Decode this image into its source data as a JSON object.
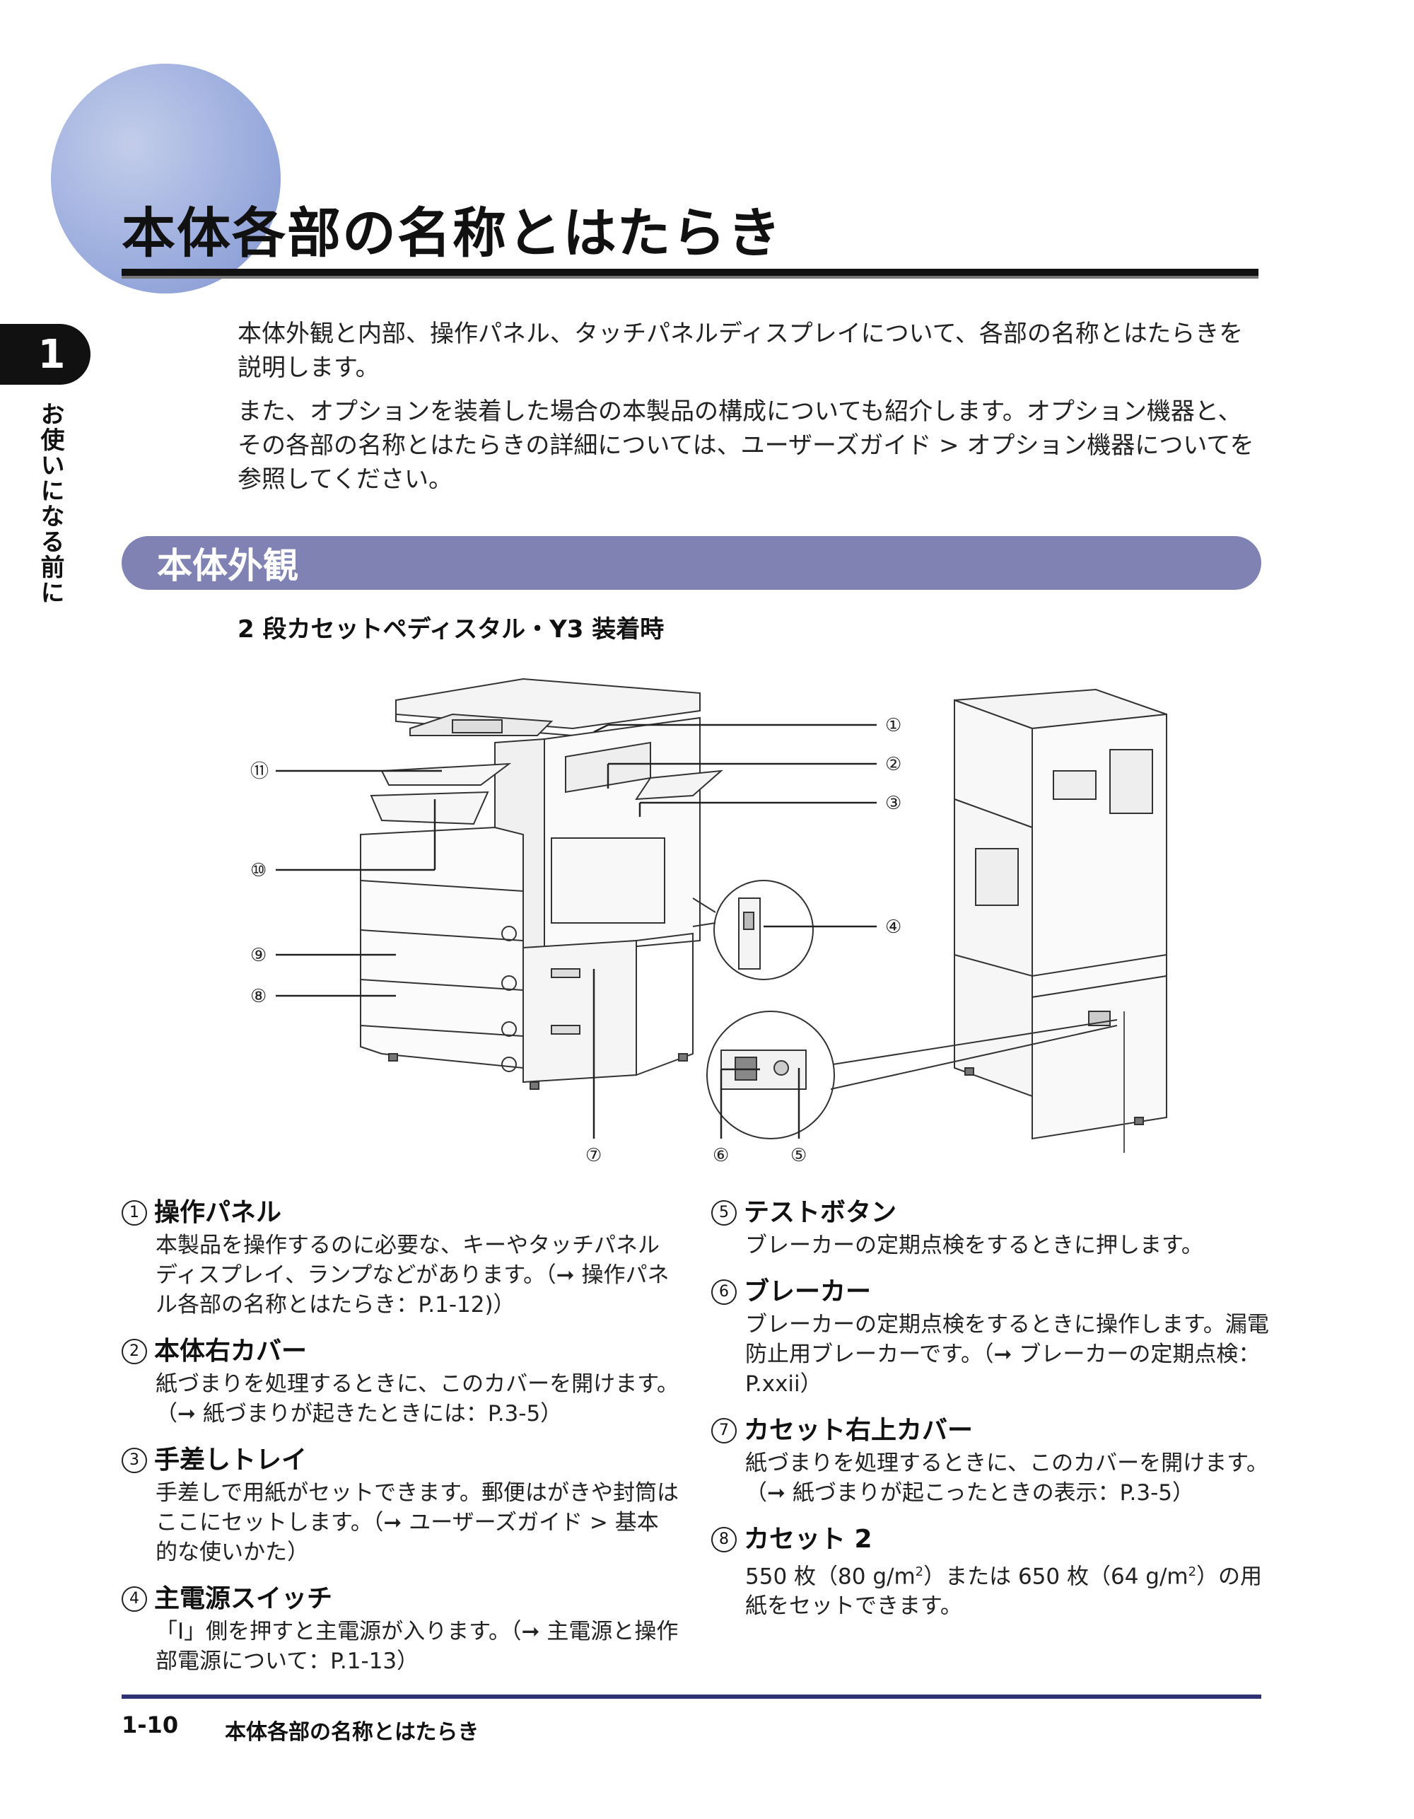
{
  "page": {
    "title": "本体各部の名称とはたらき",
    "chapter_number": "1",
    "chapter_label": "お使いになる前に"
  },
  "intro": {
    "p1": "本体外観と内部、操作パネル、タッチパネルディスプレイについて、各部の名称とはたらきを説明します。",
    "p2": "また、オプションを装着した場合の本製品の構成についても紹介します。オプション機器と、その各部の名称とはたらきの詳細については、ユーザーズガイド > オプション機器についてを参照してください。"
  },
  "section": {
    "title": "本体外観",
    "subheading": "2 段カセットペディスタル・Y3 装着時"
  },
  "figure": {
    "callouts": [
      "①",
      "②",
      "③",
      "④",
      "⑤",
      "⑥",
      "⑦",
      "⑧",
      "⑨",
      "⑩",
      "⑪"
    ]
  },
  "items_left": [
    {
      "num": "1",
      "title": "操作パネル",
      "body": "本製品を操作するのに必要な、キーやタッチパネルディスプレイ、ランプなどがあります。（➞ 操作パネル各部の名称とはたらき：P.1-12)）"
    },
    {
      "num": "2",
      "title": "本体右カバー",
      "body": "紙づまりを処理するときに、このカバーを開けます。（➞ 紙づまりが起きたときには：P.3-5）"
    },
    {
      "num": "3",
      "title": "手差しトレイ",
      "body": "手差しで用紙がセットできます。郵便はがきや封筒はここにセットします。（➞ ユーザーズガイド > 基本的な使いかた）"
    },
    {
      "num": "4",
      "title": "主電源スイッチ",
      "body": "「I」側を押すと主電源が入ります。（➞ 主電源と操作部電源について：P.1-13）"
    }
  ],
  "items_right": [
    {
      "num": "5",
      "title": "テストボタン",
      "body": "ブレーカーの定期点検をするときに押します。"
    },
    {
      "num": "6",
      "title": "ブレーカー",
      "body": "ブレーカーの定期点検をするときに操作します。漏電防止用ブレーカーです。（➞ ブレーカーの定期点検：P.xxii）"
    },
    {
      "num": "7",
      "title": "カセット右上カバー",
      "body": "紙づまりを処理するときに、このカバーを開けます。（➞ 紙づまりが起こったときの表示：P.3-5）"
    },
    {
      "num": "8",
      "title": "カセット 2",
      "body_a": "550 枚（80 g/m",
      "sup_a": "2",
      "body_b": "）または 650 枚（64 g/m",
      "sup_b": "2",
      "body_c": "）の用紙をセットできます。"
    }
  ],
  "footer": {
    "page_number": "1-10",
    "page_title": "本体各部の名称とはたらき"
  }
}
